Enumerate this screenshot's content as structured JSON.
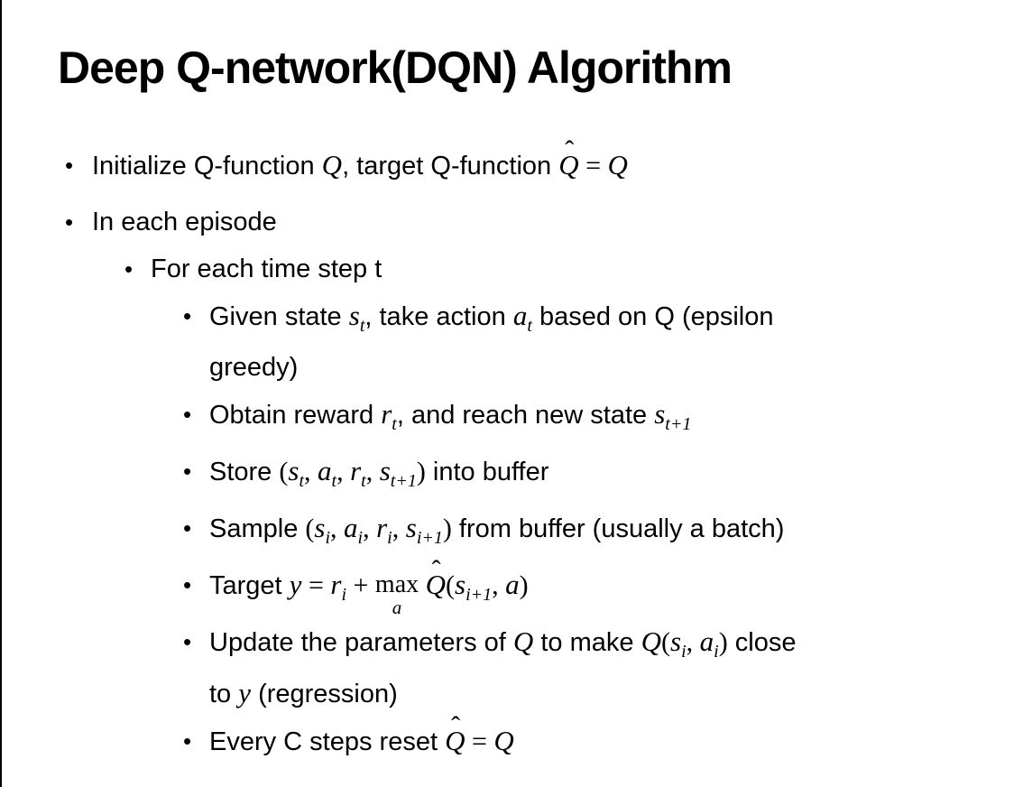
{
  "slide": {
    "title": "Deep Q-network(DQN) Algorithm",
    "bullet_glyph": "•",
    "hat_glyph": "ˆ",
    "text_color": "#000000",
    "background_color": "#ffffff",
    "left_edge_color": "#000000",
    "bullets": [
      {
        "level": 1,
        "parts": [
          {
            "s": "Initialize Q-function "
          },
          {
            "i": "Q"
          },
          {
            "s": ", target Q-function "
          },
          {
            "hat": "Q"
          },
          {
            "d": " = "
          },
          {
            "i": "Q"
          }
        ]
      },
      {
        "level": 1,
        "parts": [
          {
            "s": "In each episode"
          }
        ]
      },
      {
        "level": 2,
        "parts": [
          {
            "s": "For each time step t"
          }
        ]
      },
      {
        "level": 3,
        "parts": [
          {
            "s": "Given state "
          },
          {
            "i": "s"
          },
          {
            "sub": "t"
          },
          {
            "s": ", take action "
          },
          {
            "i": "a"
          },
          {
            "sub": "t"
          },
          {
            "s": " based on Q (epsilon"
          },
          {
            "br": true
          },
          {
            "s": "greedy)"
          }
        ]
      },
      {
        "level": 3,
        "parts": [
          {
            "s": "Obtain reward "
          },
          {
            "i": "r"
          },
          {
            "sub": "t"
          },
          {
            "s": ", and reach new state "
          },
          {
            "i": "s"
          },
          {
            "sub": "t+1"
          }
        ]
      },
      {
        "level": 3,
        "parts": [
          {
            "s": "Store "
          },
          {
            "d": "("
          },
          {
            "i": "s"
          },
          {
            "sub": "t"
          },
          {
            "d": ", "
          },
          {
            "i": "a"
          },
          {
            "sub": "t"
          },
          {
            "d": ", "
          },
          {
            "i": "r"
          },
          {
            "sub": "t"
          },
          {
            "d": ", "
          },
          {
            "i": "s"
          },
          {
            "sub": "t+1"
          },
          {
            "d": ")"
          },
          {
            "s": " into buffer"
          }
        ]
      },
      {
        "level": 3,
        "parts": [
          {
            "s": "Sample "
          },
          {
            "d": "("
          },
          {
            "i": "s"
          },
          {
            "sub": "i"
          },
          {
            "d": ", "
          },
          {
            "i": "a"
          },
          {
            "sub": "i"
          },
          {
            "d": ", "
          },
          {
            "i": "r"
          },
          {
            "sub": "i"
          },
          {
            "d": ", "
          },
          {
            "i": "s"
          },
          {
            "sub": "i+1"
          },
          {
            "d": ")"
          },
          {
            "s": " from buffer (usually a batch)"
          }
        ]
      },
      {
        "level": 3,
        "parts": [
          {
            "s": "Target "
          },
          {
            "i": "y"
          },
          {
            "d": " = "
          },
          {
            "i": "r"
          },
          {
            "sub": "i"
          },
          {
            "d": " + "
          },
          {
            "max": "max",
            "under": "a"
          },
          {
            "d": " "
          },
          {
            "hat": "Q"
          },
          {
            "d": "("
          },
          {
            "i": "s"
          },
          {
            "sub": "i+1"
          },
          {
            "d": ", "
          },
          {
            "i": "a"
          },
          {
            "d": ")"
          }
        ]
      },
      {
        "level": 3,
        "parts": [
          {
            "s": "Update the parameters of "
          },
          {
            "i": "Q"
          },
          {
            "s": " to make "
          },
          {
            "i": "Q"
          },
          {
            "d": "("
          },
          {
            "i": "s"
          },
          {
            "sub": "i"
          },
          {
            "d": ", "
          },
          {
            "i": "a"
          },
          {
            "sub": "i"
          },
          {
            "d": ")"
          },
          {
            "s": " close"
          },
          {
            "br": true
          },
          {
            "s": "to "
          },
          {
            "i": "y"
          },
          {
            "s": " (regression)"
          }
        ]
      },
      {
        "level": 3,
        "parts": [
          {
            "s": "Every C steps reset "
          },
          {
            "hat": "Q"
          },
          {
            "d": " = "
          },
          {
            "i": "Q"
          }
        ]
      }
    ]
  }
}
